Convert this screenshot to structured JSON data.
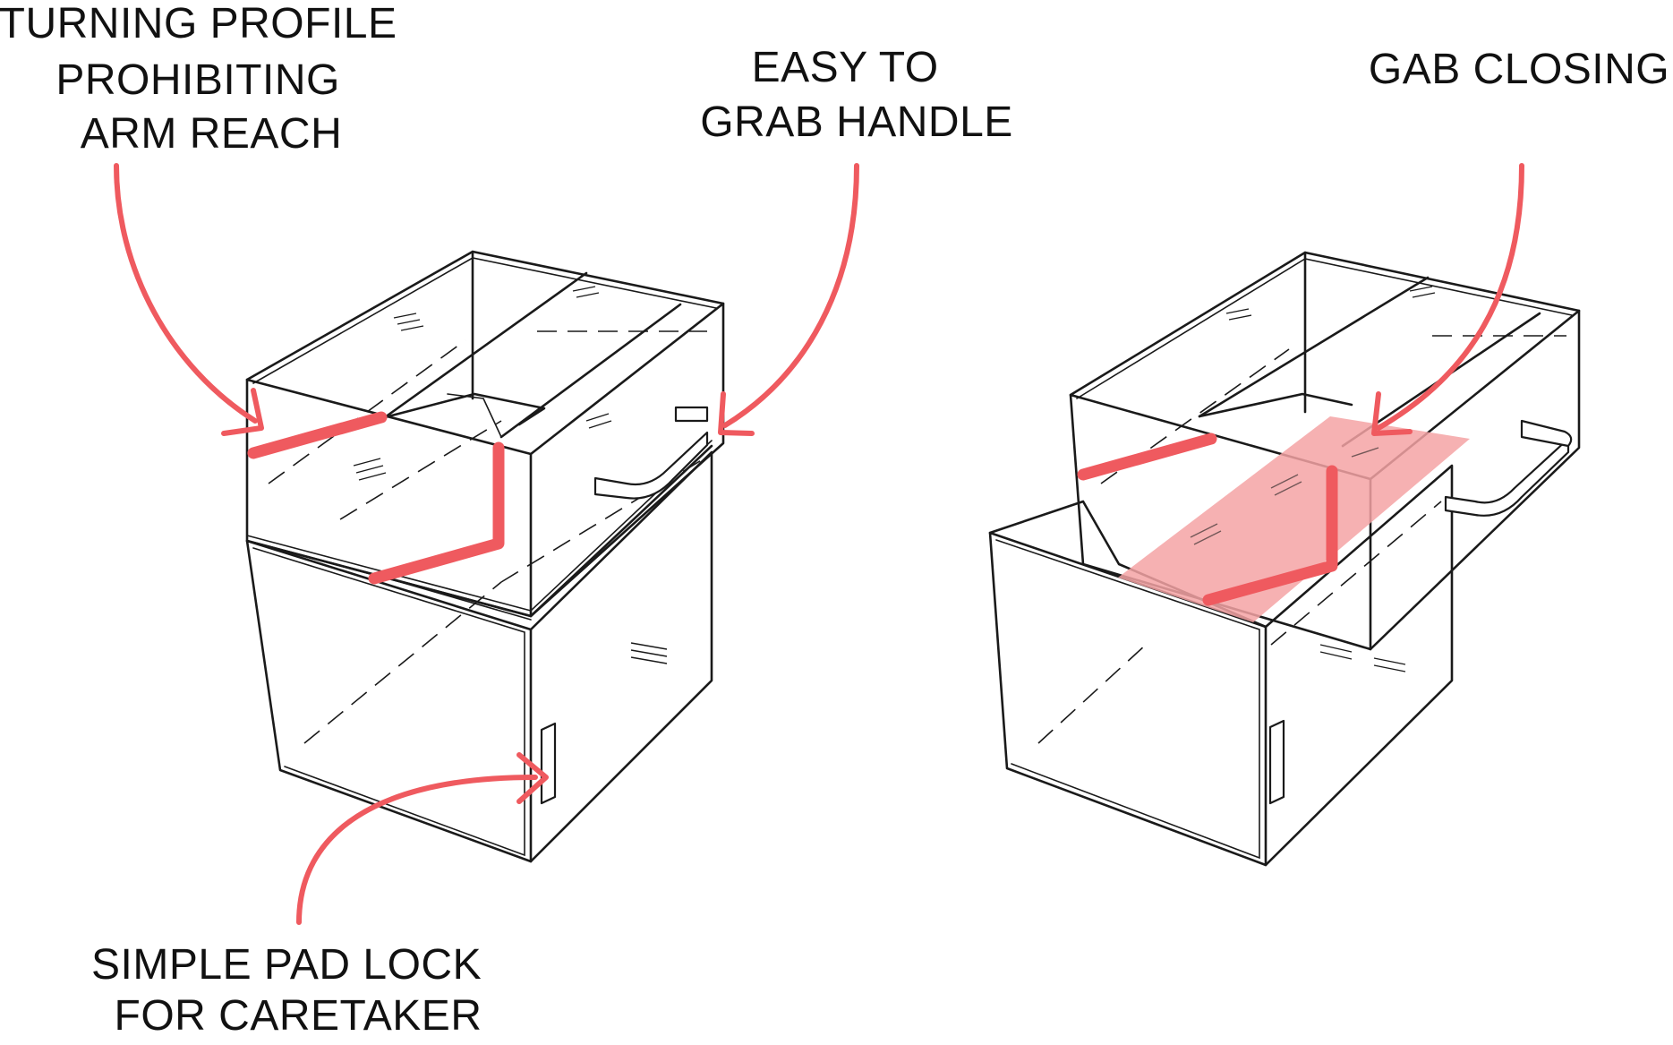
{
  "labels": {
    "turning_profile": [
      "TURNING PROFILE",
      "PROHIBITING",
      "ARM REACH"
    ],
    "easy_grab": [
      "EASY TO",
      "GRAB HANDLE"
    ],
    "gab_closing": [
      "GAB CLOSING"
    ],
    "pad_lock": [
      "SIMPLE PAD LOCK",
      "FOR CARETAKER"
    ]
  },
  "colors": {
    "accent": "#ef5a5f",
    "highlight_fill": "#f4a3a5",
    "line": "#1a1a1a"
  }
}
